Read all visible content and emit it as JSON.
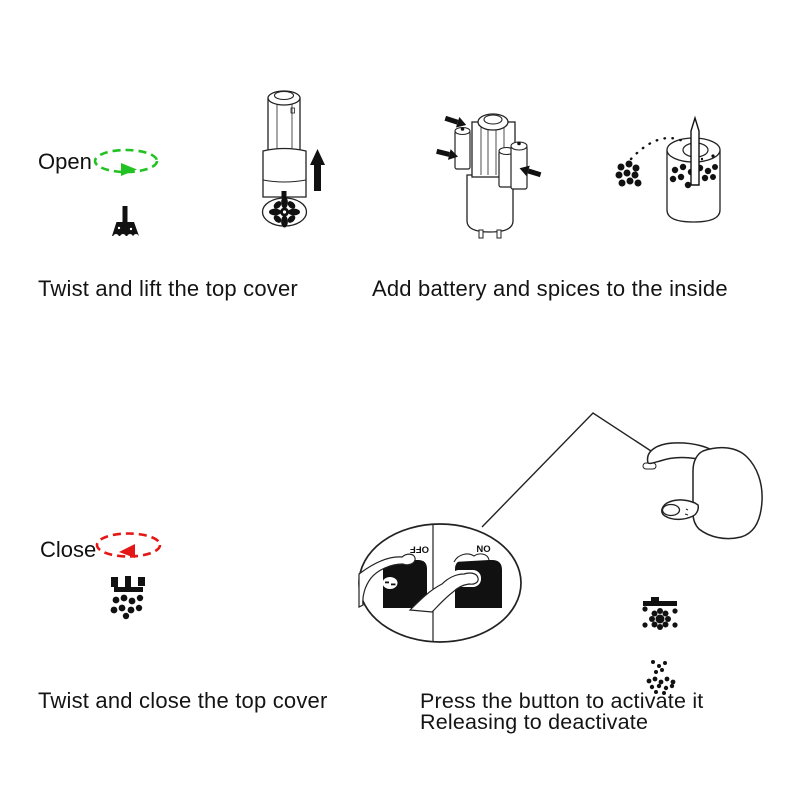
{
  "page": {
    "background": "#ffffff",
    "type": "product-instruction-sheet"
  },
  "colors": {
    "open_accent": "#22c222",
    "close_accent": "#e51616",
    "ink": "#161616",
    "grinder_body": "#1b1b1b"
  },
  "panels": {
    "step1": {
      "label": "Open",
      "caption": "Twist and lift the top cover"
    },
    "step2": {
      "caption": "Add battery and spices to the inside"
    },
    "step3": {
      "label": "Close",
      "caption": "Twist and close the top cover"
    },
    "step4": {
      "caption_line1": "Press the button to activate it",
      "caption_line2": "Releasing to deactivate",
      "on_label": "ON",
      "off_label": "OFF"
    }
  },
  "icons": {
    "rotate_open": "green-dashed-ellipse-arrow-right",
    "rotate_close": "red-dashed-ellipse-arrow-left",
    "lift": "solid-black-arrow-up",
    "insert_battery": "solid-black-arrows-inward",
    "pour_spices": "dotted-arc-trajectory"
  }
}
